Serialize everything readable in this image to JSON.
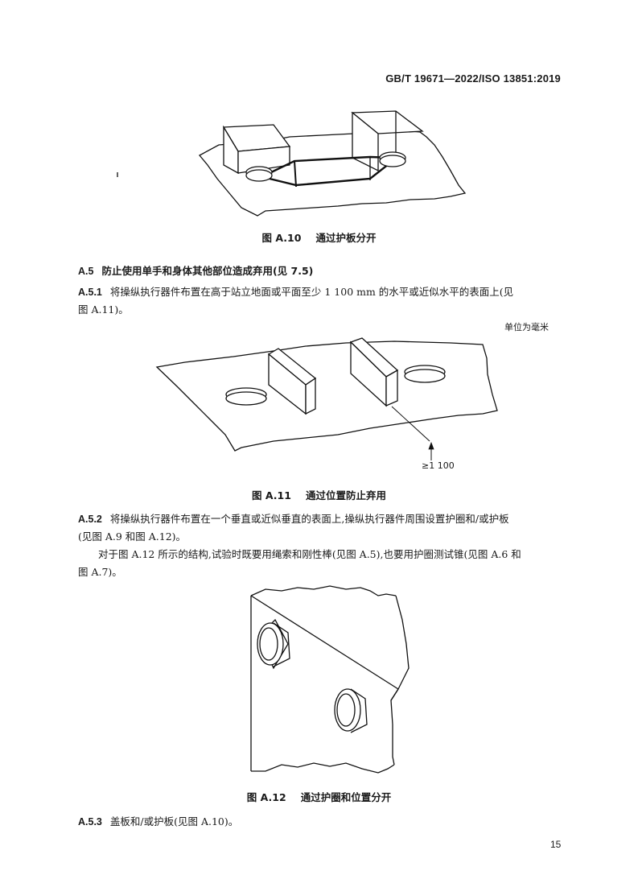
{
  "header": {
    "standard": "GB/T 19671—2022/ISO 13851:2019"
  },
  "figure_a10": {
    "number": "图 A.10",
    "title": "通过护板分开"
  },
  "section_a5": {
    "number": "A.5",
    "title": "防止使用单手和身体其他部位造成弃用(见 7.5)"
  },
  "clause_a51": {
    "number": "A.5.1",
    "line1": "将操纵执行器件布置在高于站立地面或平面至少 1 100 mm 的水平或近似水平的表面上(见",
    "line2": "图 A.11)。"
  },
  "units_note": "单位为毫米",
  "figure_a11": {
    "dimension": "≥1 100",
    "number": "图 A.11",
    "title": "通过位置防止弃用"
  },
  "clause_a52": {
    "number": "A.5.2",
    "line1": "将操纵执行器件布置在一个垂直或近似垂直的表面上,操纵执行器件周围设置护圈和/或护板",
    "line2": "(见图 A.9 和图 A.12)。",
    "para2_line1": "对于图 A.12 所示的结构,试验时既要用绳索和刚性棒(见图 A.5),也要用护圈测试锥(见图 A.6 和",
    "para2_line2": "图 A.7)。"
  },
  "figure_a12": {
    "number": "图 A.12",
    "title": "通过护圈和位置分开"
  },
  "clause_a53": {
    "number": "A.5.3",
    "text": "盖板和/或护板(见图 A.10)。"
  },
  "page_number": "15"
}
